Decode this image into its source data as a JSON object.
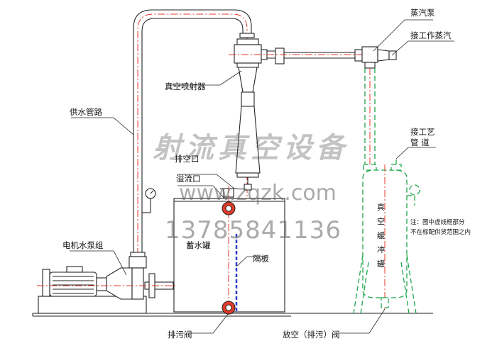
{
  "labels": {
    "steam_pump": "蒸汽泵",
    "working_steam": "接工作蒸汽",
    "vacuum_ejector": "真空喷射器",
    "water_supply_pipe": "供水管路",
    "process_pipe_line1": "接工艺",
    "process_pipe_line2": "管  道",
    "exhaust_port": "排空口",
    "overflow_port": "溢流口",
    "storage_tank": "蓄水罐",
    "baffle": "隔板",
    "motor_pump_set": "电机水泵组",
    "drain_valve": "排污阀",
    "vent_drain_valve": "放空（排污）阀",
    "buffer_tank": "真空缓冲罐",
    "note_line1": "注：图中虚线框部分",
    "note_line2": "不在标配供货范围之内"
  },
  "watermark": {
    "company": "射流真空设备",
    "website": "www.zqzk.com",
    "phone": "13785841136"
  },
  "colors": {
    "outline": "#222222",
    "centerline": "#e03a2a",
    "optional_equipment": "#1fa64a",
    "baffle": "#2a3fd0",
    "valve": "#e03a2a"
  }
}
